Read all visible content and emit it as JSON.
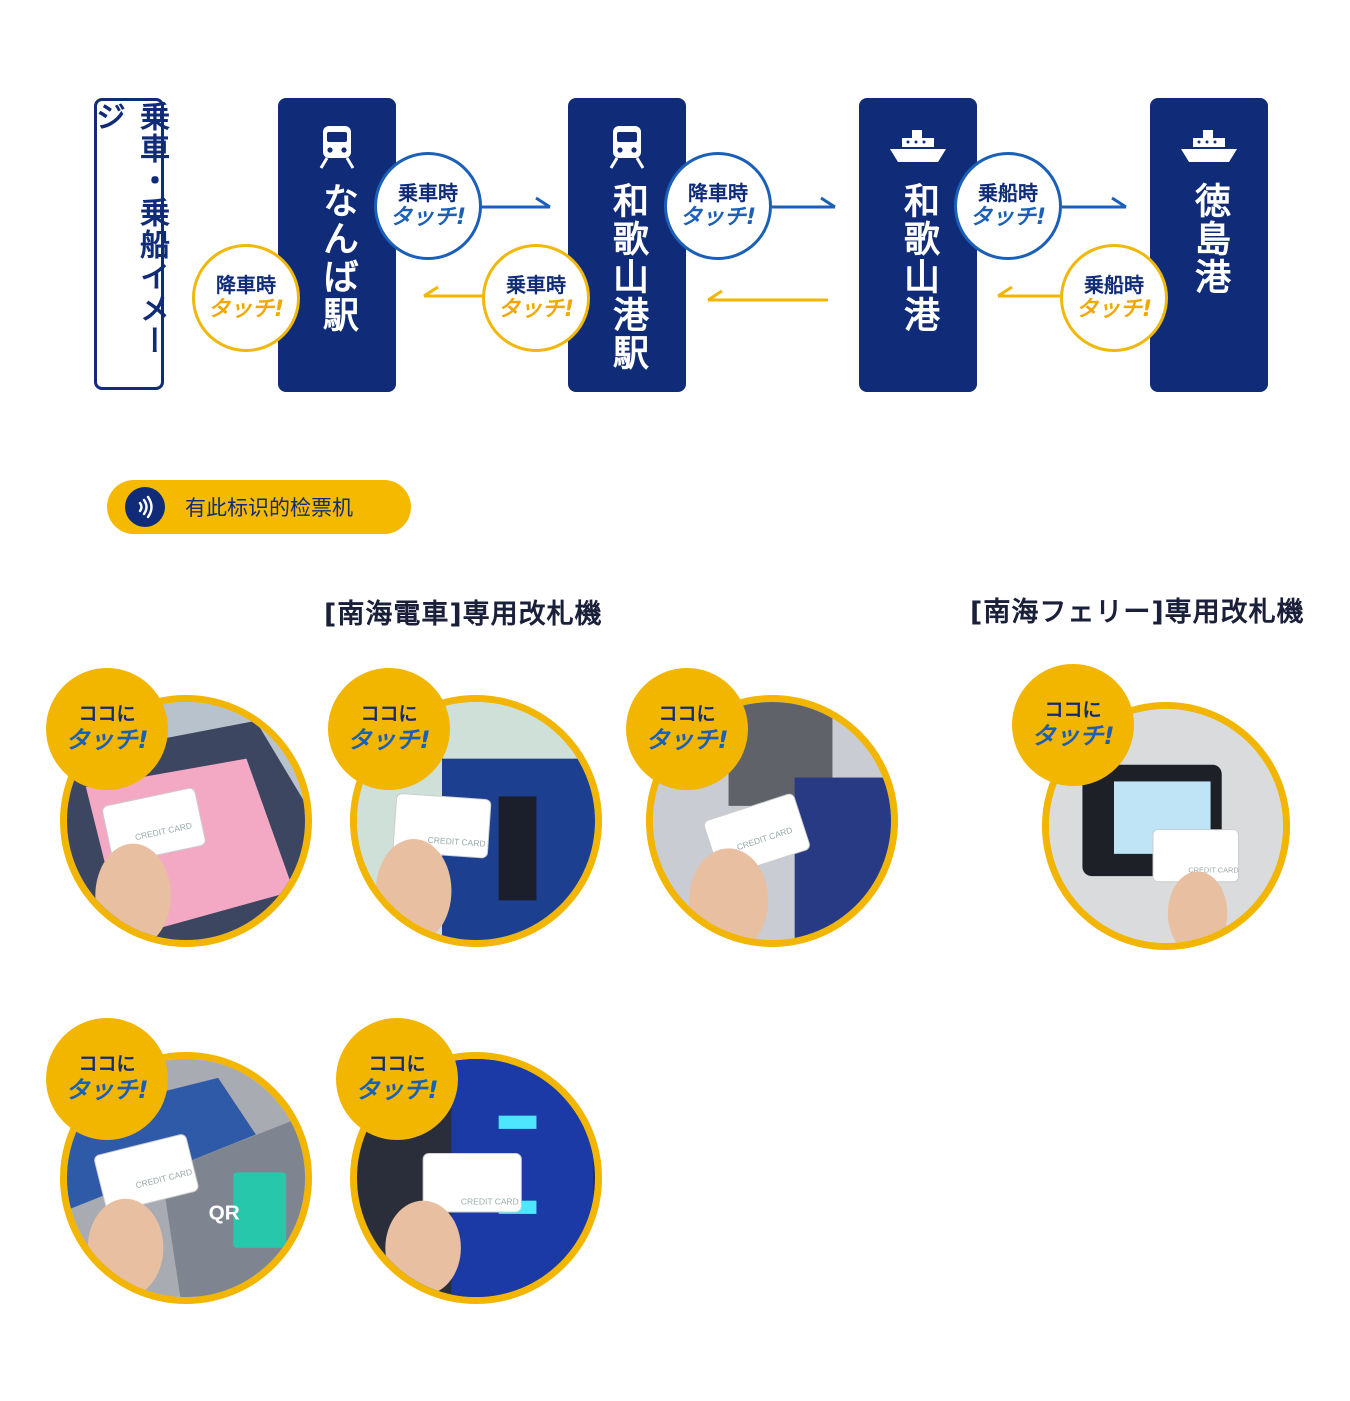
{
  "title": "乗車・乗船イメージ",
  "stations": [
    {
      "name": "なんば駅",
      "icon": "train-icon"
    },
    {
      "name": "和歌山港駅",
      "icon": "train-icon"
    },
    {
      "name": "和歌山港",
      "icon": "ship-icon"
    },
    {
      "name": "徳島港",
      "icon": "ship-icon"
    }
  ],
  "bubbles": {
    "board_train": {
      "line1": "乗車時",
      "line2": "タッチ!"
    },
    "alight_train": {
      "line1": "降車時",
      "line2": "タッチ!"
    },
    "board_ship": {
      "line1": "乗船時",
      "line2": "タッチ!"
    }
  },
  "legend": {
    "text": "有此标识的检票机",
    "icon": "contactless-icon"
  },
  "headings": {
    "train_gates": "[南海電車]専用改札機",
    "ferry_gates": "[南海フェリー]専用改札機"
  },
  "gate_badge": {
    "line1": "ココに",
    "line2": "タッチ!"
  },
  "card": {
    "label": "CREDIT CARD"
  },
  "colors": {
    "navy": "#102c78",
    "blue": "#1a5fb8",
    "yellow": "#f2b500"
  }
}
